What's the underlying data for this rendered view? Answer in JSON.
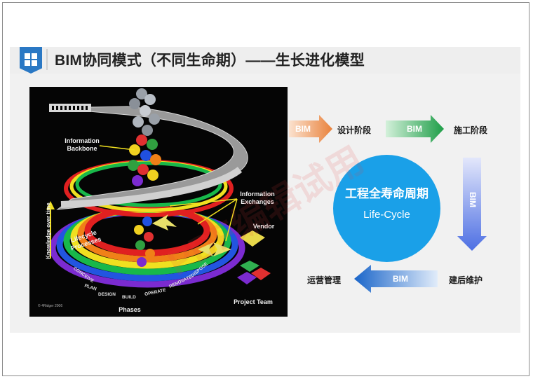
{
  "title": "BIM协同模式（不同生命期）——生长进化模型",
  "colors": {
    "accent": "#2a78c4",
    "circle": "#1aa0e8"
  },
  "figure": {
    "information_backbone": "Information\nBackbone",
    "information_exchanges": "Information\nExchanges",
    "vendor": "Vendor",
    "knowledge_over_time": "Knowledge over time",
    "lifecycle_processes": "Lifecycle\nProcesses",
    "project_team": "Project Team",
    "phases_label": "Phases",
    "phases": [
      "CONCEIVE",
      "PLAN",
      "DESIGN",
      "BUILD",
      "OPERATE",
      "RENOVATE",
      "DISPOSE"
    ],
    "copyright": "© 4Ridger 2006"
  },
  "cycle": {
    "center_title": "工程全寿命周期",
    "center_subtitle": "Life-Cycle",
    "steps": [
      "设计阶段",
      "施工阶段",
      "建后维护",
      "运营管理"
    ],
    "arrow_label": "BIM"
  },
  "watermark": "PDF编辑试用"
}
